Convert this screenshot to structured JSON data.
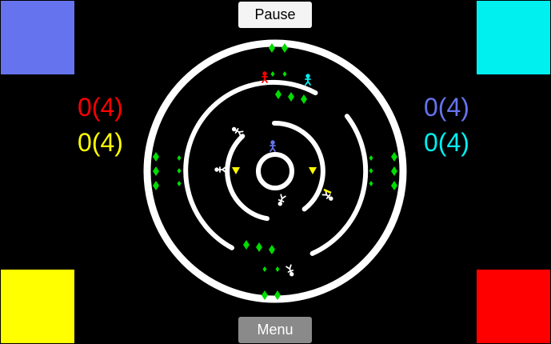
{
  "buttons": {
    "pause_label": "Pause",
    "menu_label": "Menu"
  },
  "scores": {
    "red": "0(4)",
    "yellow": "0(4)",
    "blue": "0(4)",
    "cyan": "0(4)"
  },
  "colors": {
    "background": "#000000",
    "ring": "#ffffff",
    "red": "#ff0000",
    "yellow": "#ffff00",
    "blue": "#6673ee",
    "cyan": "#00f0f0",
    "gem": "#00dd00"
  },
  "icons": [
    "runner-figure-icon",
    "gem-diamond-icon",
    "yellow-shield-icon"
  ]
}
